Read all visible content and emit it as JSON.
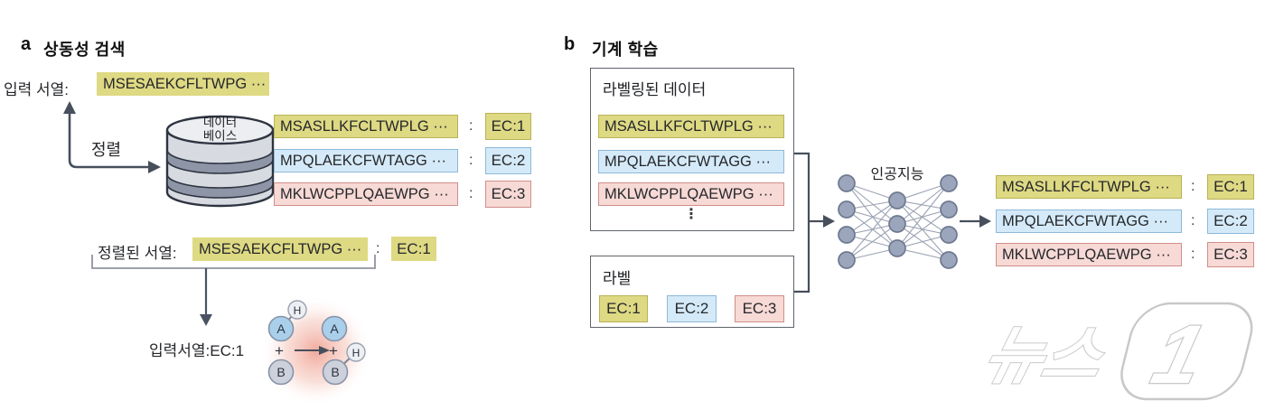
{
  "colors": {
    "yellow_fill": "#ded983",
    "yellow_border": "#b9b257",
    "blue_fill": "#d5eaf8",
    "blue_border": "#8cb9da",
    "pink_fill": "#f7d9d5",
    "pink_border": "#d08f8a",
    "arrow": "#474f5d",
    "db_outline": "#2e3440",
    "db_body": "#d7dae1",
    "db_band": "#8d95a7",
    "nn_node_fill": "#9ba6bc",
    "nn_node_border": "#6e7990",
    "nn_edge": "#9aa2b3",
    "glow_pink": "#ef9a8b"
  },
  "panel_a": {
    "tag": "a",
    "title": "상동성 검색",
    "input_label": "입력 서열:",
    "input_seq": "MSESAEKCFLTWPG ···",
    "align_label": "정렬",
    "database_label_line1": "데이터",
    "database_label_line2": "베이스",
    "db_rows": [
      {
        "seq": "MSASLLKFCLTWPLG ···",
        "colon": ":",
        "ec": "EC:1"
      },
      {
        "seq": "MPQLAEKCFWTAGG ···",
        "colon": ":",
        "ec": "EC:2"
      },
      {
        "seq": "MKLWCPPLQAEWPG ···",
        "colon": ":",
        "ec": "EC:3"
      }
    ],
    "aligned_label": "정렬된 서열:",
    "aligned_seq": "MSESAEKCFLTWPG ···",
    "aligned_colon": ":",
    "aligned_ec": "EC:1",
    "result_label": "입력서열:EC:1",
    "reaction": {
      "a": "A",
      "b": "B",
      "h": "H",
      "plus": "+"
    }
  },
  "panel_b": {
    "tag": "b",
    "title": "기계 학습",
    "labeled_box_title": "라벨링된 데이터",
    "labeled_rows": [
      "MSASLLKFCLTWPLG ···",
      "MPQLAEKCFWTAGG ···",
      "MKLWCPPLQAEWPG ···"
    ],
    "ellipsis": "⋮",
    "label_box_title": "라벨",
    "label_chips": [
      "EC:1",
      "EC:2",
      "EC:3"
    ],
    "ai_label": "인공지능",
    "output_rows": [
      {
        "seq": "MSASLLKFCLTWPLG ···",
        "colon": ":",
        "ec": "EC:1"
      },
      {
        "seq": "MPQLAEKCFWTAGG ···",
        "colon": ":",
        "ec": "EC:2"
      },
      {
        "seq": "MKLWCPPLQAEWPG ···",
        "colon": ":",
        "ec": "EC:3"
      }
    ]
  },
  "watermark": {
    "text": "뉴스",
    "numeral": "1"
  }
}
